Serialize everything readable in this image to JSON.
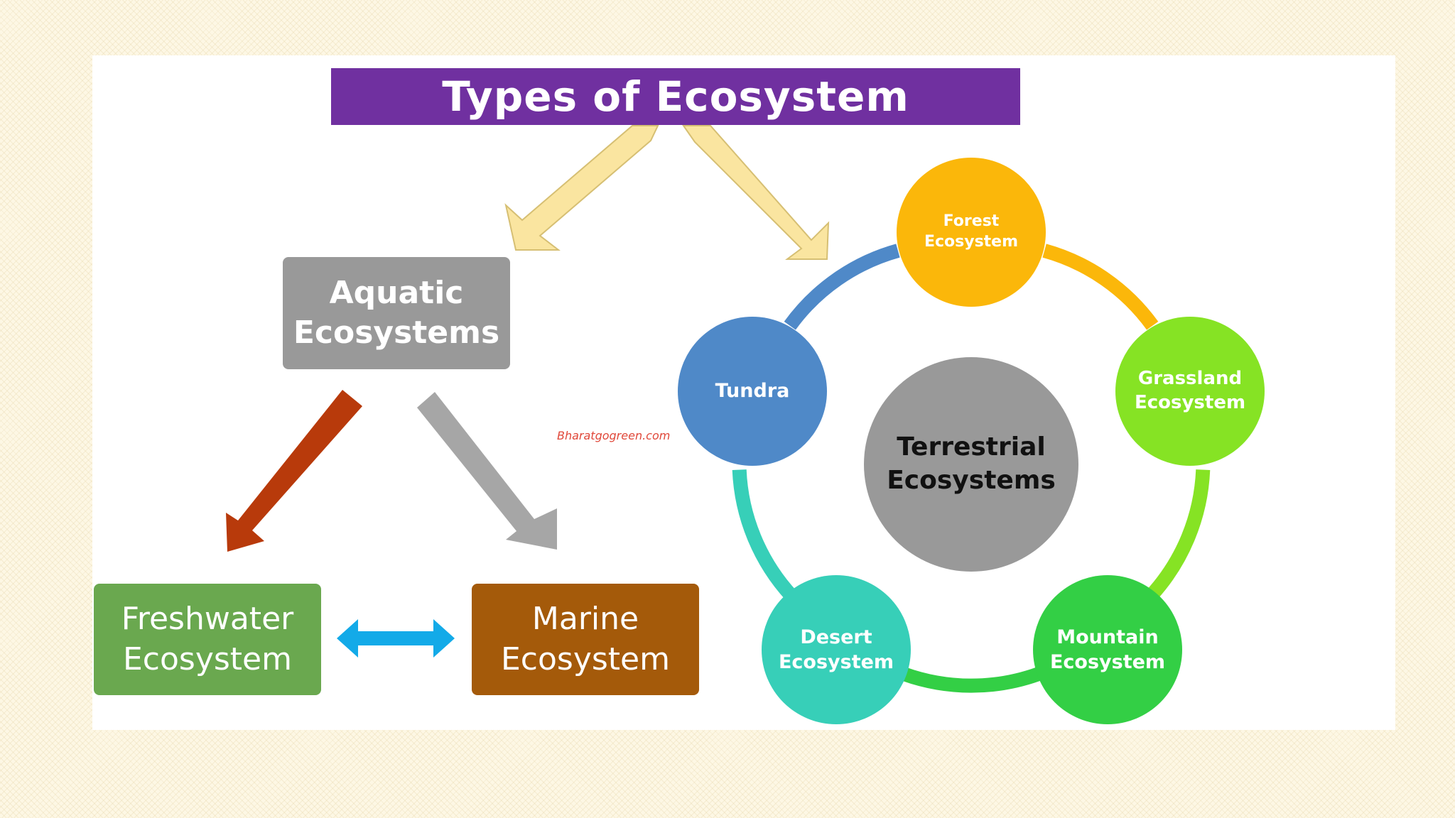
{
  "title": "Types of Ecosystem",
  "aquatic": {
    "line1": "Aquatic",
    "line2": "Ecosystems"
  },
  "freshwater": {
    "line1": "Freshwater",
    "line2": "Ecosystem"
  },
  "marine": {
    "line1": "Marine",
    "line2": "Ecosystem"
  },
  "watermark": "Bharatgogreen.com",
  "terrestrial": {
    "line1": "Terrestrial",
    "line2": "Ecosystems",
    "nodes": [
      {
        "id": "forest",
        "line1": "Forest",
        "line2": "Ecosystem",
        "color": "#fbb70a"
      },
      {
        "id": "grassland",
        "line1": "Grassland",
        "line2": "Ecosystem",
        "color": "#86e324"
      },
      {
        "id": "mountain",
        "line1": "Mountain",
        "line2": "Ecosystem",
        "color": "#33cf45"
      },
      {
        "id": "desert",
        "line1": "Desert",
        "line2": "Ecosystem",
        "color": "#37cfb8"
      },
      {
        "id": "tundra",
        "line1": "Tundra",
        "line2": "",
        "color": "#4f89c8"
      }
    ]
  },
  "colors": {
    "title_bg": "#7030a0",
    "aquatic_bg": "#999999",
    "freshwater_bg": "#6aa84f",
    "marine_bg": "#a45a0a",
    "arrow_yellow": "#fae5a0",
    "arrow_red": "#b83a0b",
    "arrow_grey": "#a6a6a6",
    "arrow_blue": "#13aae8"
  }
}
